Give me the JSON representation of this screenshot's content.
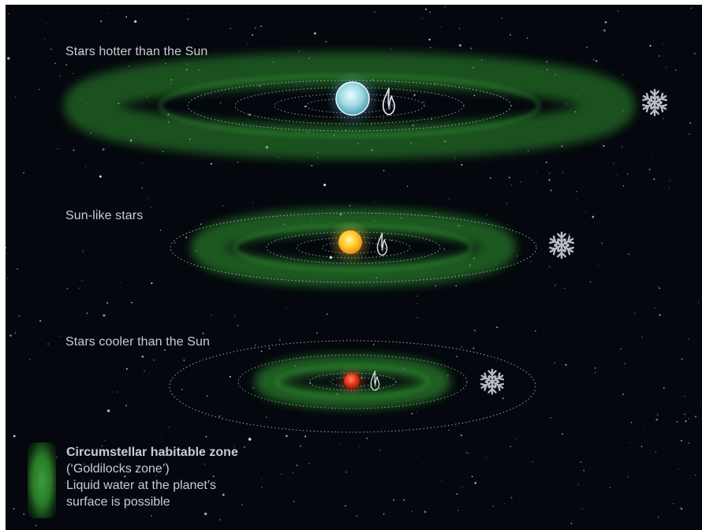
{
  "rows": [
    {
      "label": "Stars hotter than the Sun",
      "star_color": "#bfe8ef"
    },
    {
      "label": "Sun-like stars",
      "star_color": "#ffcc33"
    },
    {
      "label": "Stars cooler than the Sun",
      "star_color": "#e8381c"
    }
  ],
  "legend": {
    "title": "Circumstellar habitable zone",
    "subtitle": "(‘Goldilocks zone’)",
    "line1": "Liquid water at the planet’s",
    "line2": "surface is possible"
  },
  "colors": {
    "background": "#04070d",
    "habitable_zone": "#3aa63a",
    "orbit": "#c8ccd2",
    "text": "#c9ccd1"
  },
  "icons": [
    "flame-icon",
    "snowflake-icon"
  ]
}
